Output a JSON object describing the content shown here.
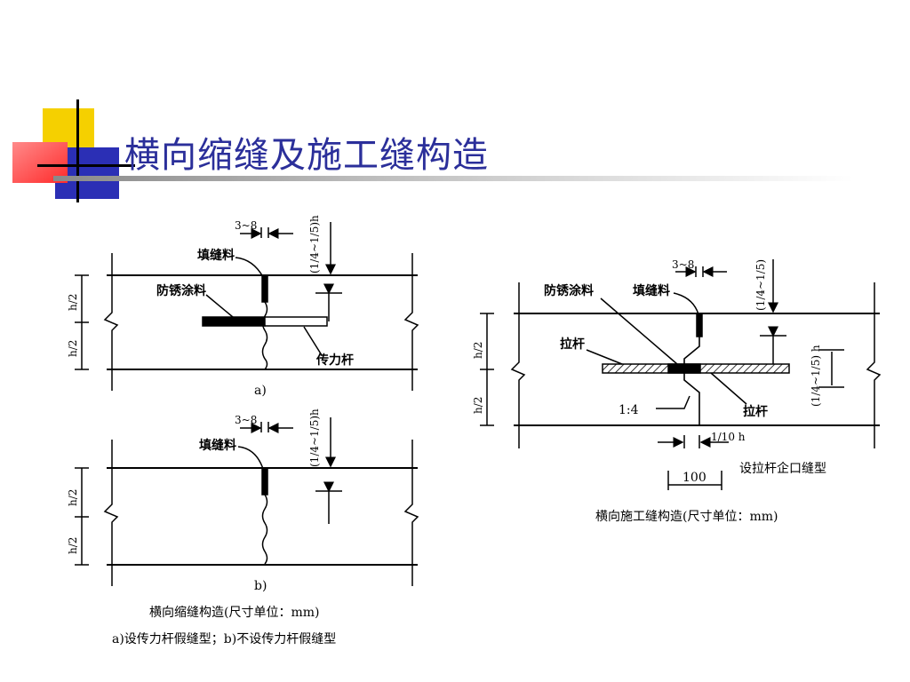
{
  "slide": {
    "title": "横向缩缝及施工缝构造"
  },
  "fig_a": {
    "dim_gap": "3~8",
    "dim_depth": "(1/4~1/5)h",
    "label_filler": "填缝料",
    "label_coating": "防锈涂料",
    "label_dowel": "传力杆",
    "label_h_top": "h/2",
    "label_h_bottom": "h/2",
    "sub_caption": "a)"
  },
  "fig_b": {
    "dim_gap": "3~8",
    "dim_depth": "(1/4~1/5)h",
    "label_filler": "填缝料",
    "label_h_top": "h/2",
    "label_h_bottom": "h/2",
    "sub_caption": "b)"
  },
  "caption_left": {
    "line1": "横向缩缝构造(尺寸单位：mm)",
    "line2": "a)设传力杆假缝型；b)不设传力杆假缝型"
  },
  "fig_c": {
    "dim_gap": "3~8",
    "dim_depth": "(1/4~1/5)",
    "label_coating": "防锈涂料",
    "label_filler": "填缝料",
    "label_tiebar_left": "拉杆",
    "label_tiebar_right": "拉杆",
    "label_slope": "1:4",
    "label_offset": "1/10 h",
    "dim_tongue": "(1/4~1/5) h",
    "label_h_top": "h/2",
    "label_h_bottom": "h/2",
    "dim_width": "100",
    "type_label": "设拉杆企口缝型"
  },
  "caption_right": {
    "line1": "横向施工缝构造(尺寸单位：mm)"
  }
}
